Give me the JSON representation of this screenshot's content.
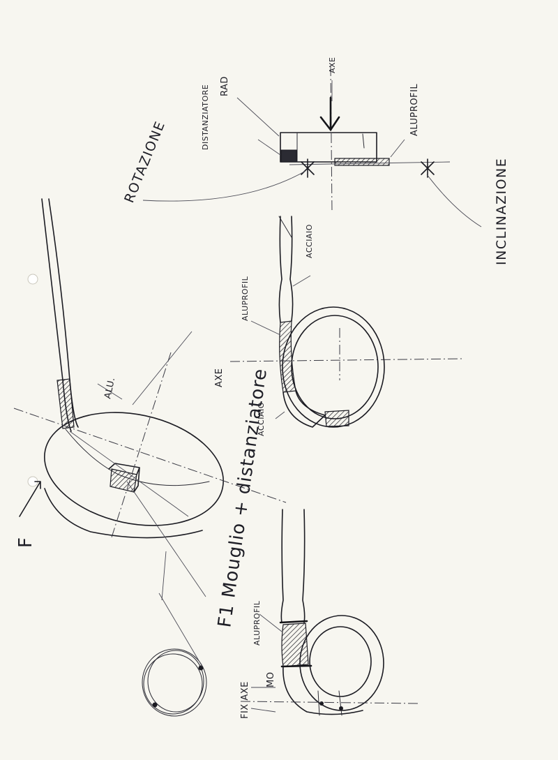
{
  "labels": {
    "rad": "RAD",
    "distanziatore_top": "DISTANZIATORE",
    "axe_top": "AXE",
    "aluprofil_top": "ALUPROFIL",
    "rotazione": "ROTAZIONE",
    "inclinazione": "INCLINAZIONE",
    "acciaio_mid": "ACCIAIO",
    "aluprofil_mid": "ALUPROFIL",
    "axe_mid": "AXE",
    "acciaio_low": "ACCIAIO",
    "alu_perspective": "ALU.",
    "force_symbol": "F",
    "caption_handwritten": "F1 Mouglio + distanziatore",
    "aluprofil_bottom": "ALUPROFIL",
    "fix_axe": "FIX AXE",
    "mo": "MO"
  },
  "colors": {
    "paper": "#f7f6f0",
    "ink": "#1b1b22"
  },
  "icons": {
    "punch_hole_top": "binder-hole",
    "punch_hole_bottom": "binder-hole"
  }
}
